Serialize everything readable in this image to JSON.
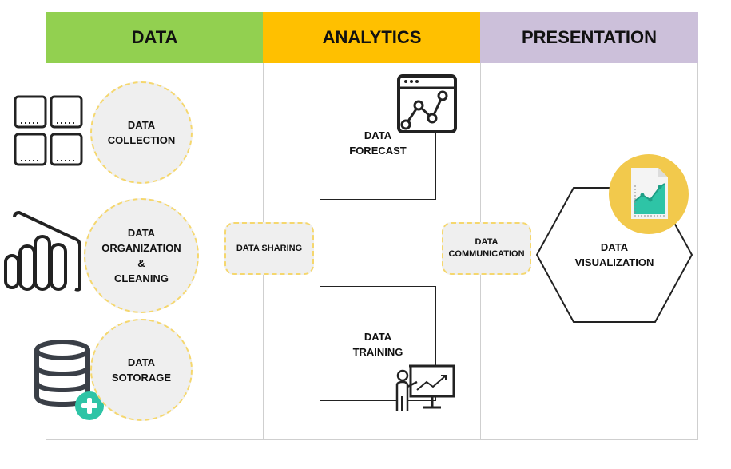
{
  "columns": {
    "data": {
      "title": "DATA",
      "color": "#92d050"
    },
    "analytics": {
      "title": "ANALYTICS",
      "color": "#ffc000"
    },
    "presentation": {
      "title": "PRESENTATION",
      "color": "#ccc0da"
    }
  },
  "data_stages": {
    "collection": [
      "DATA",
      "COLLECTION"
    ],
    "organization": [
      "DATA",
      "ORGANIZATION",
      "&",
      "CLEANING"
    ],
    "storage": [
      "DATA",
      "SOTORAGE"
    ]
  },
  "connectors": {
    "sharing": "DATA SHARING",
    "communication": [
      "DATA",
      "COMMUNICATION"
    ]
  },
  "analytics_stages": {
    "forecast": [
      "DATA",
      "FORECAST"
    ],
    "training": [
      "DATA",
      "TRAINING"
    ]
  },
  "presentation_stage": {
    "visualization": [
      "DATA",
      "VISUALIZATION"
    ]
  },
  "icons": {
    "grid": "grid-icon",
    "powerbi": "power-bi-icon",
    "database": "database-add-icon",
    "chart_window": "line-chart-window-icon",
    "presenter": "presenter-board-icon",
    "report": "report-document-icon"
  },
  "accent_colors": {
    "teal": "#2ec4a6",
    "gold": "#f2c94c",
    "dash": "#f5d76e"
  }
}
